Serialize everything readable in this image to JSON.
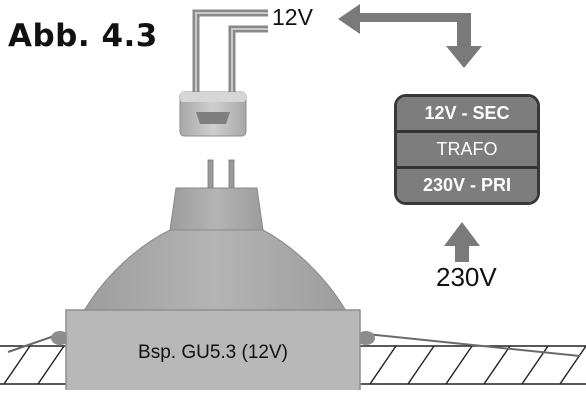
{
  "figure": {
    "title": "Abb. 4.3"
  },
  "labels": {
    "secondary_voltage": "12V",
    "primary_voltage": "230V",
    "fixture": "Bsp. GU5.3 (12V)"
  },
  "transformer": {
    "secondary": "12V - SEC",
    "name": "TRAFO",
    "primary": "230V - PRI"
  },
  "colors": {
    "wire": "#8a8a8a",
    "arrow": "#7a7a7a",
    "transformer_fill": "#7d7d7d",
    "transformer_border": "#383838",
    "fixture_fill": "#b8b8b8",
    "lamp_fill": "#a9a9a9"
  },
  "icons": {
    "connector": "gu53-socket-icon",
    "lamp": "halogen-reflector-lamp-icon",
    "hatch": "ceiling-hatch-icon"
  }
}
